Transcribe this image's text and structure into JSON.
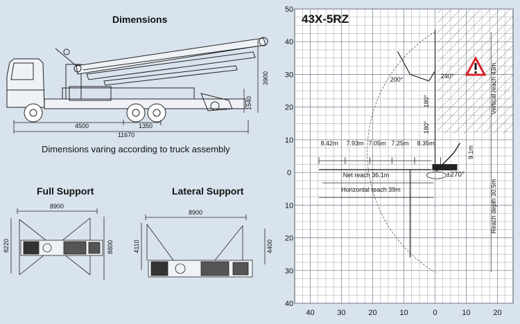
{
  "left": {
    "title_dimensions": "Dimensions",
    "caption": "Dimensions varing according to truck assembly",
    "title_full_support": "Full Support",
    "title_lateral_support": "Lateral Support",
    "truck_dims": {
      "d4500": "4500",
      "d1350": "1350",
      "d11670": "11670",
      "d3900": "3900",
      "d1540": "1540"
    },
    "full_support_dims": {
      "width": "8900",
      "left_height": "8220",
      "right_height": "8800"
    },
    "lateral_support_dims": {
      "width": "8900",
      "left_height": "4110",
      "right_height": "4400"
    }
  },
  "chart": {
    "model": "43X-5RZ",
    "y_ticks_top": [
      "50",
      "40",
      "30",
      "20",
      "10",
      "0"
    ],
    "y_ticks_bottom": [
      "10",
      "20",
      "30",
      "40"
    ],
    "x_ticks": [
      "40",
      "30",
      "20",
      "10",
      "0",
      "10",
      "20"
    ],
    "reach_segments": [
      "8.42m",
      "7.93m",
      "7.05m",
      "7.25m",
      "8.35m"
    ],
    "net_reach": "Net reach 36.1m",
    "horizontal_reach": "Horizontal reach 39m",
    "vertical_reach": "Vertical reach 43m",
    "reach_depth": "Reach depth 30.5m",
    "height_91": "9.1m",
    "angles": {
      "a200": "200°",
      "a240": "240°",
      "a180_top": "180°",
      "a180_bottom": "180°",
      "rotation": "±270°"
    },
    "colors": {
      "warning_red": "#d9232b",
      "grid": "#7f8a96",
      "background": "#ffffff"
    }
  }
}
